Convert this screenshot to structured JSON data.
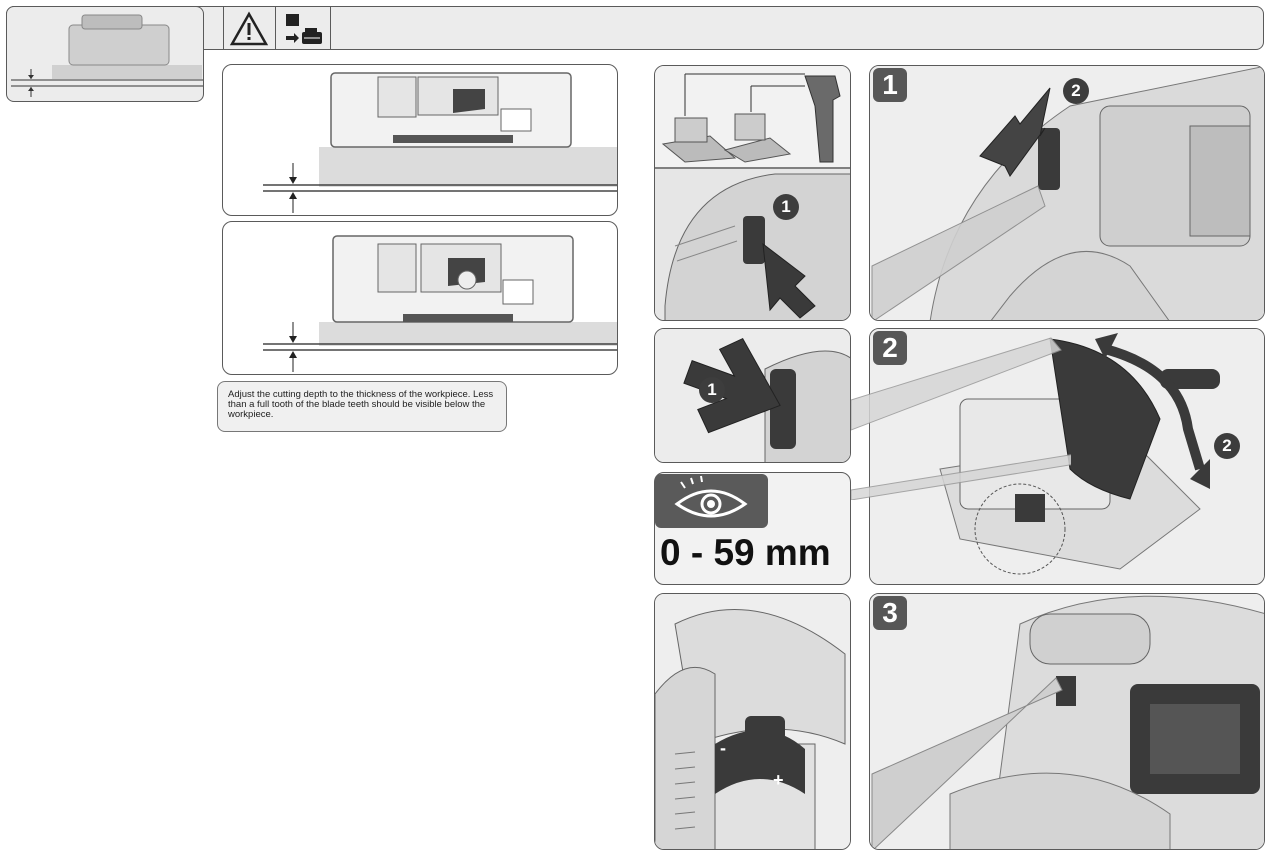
{
  "header": {
    "warning_icon": "warning-triangle-icon",
    "battery_icon": "remove-battery-icon"
  },
  "note": {
    "text": "Adjust the cutting depth to the thickness of the workpiece. Less than a full tooth of the blade teeth should be visible below the workpiece."
  },
  "steps": {
    "step1": "1",
    "step2": "2",
    "step3": "3",
    "callout1": "1",
    "callout2": "2"
  },
  "depth": {
    "range": "0 - 59 mm",
    "icon": "eye-icon"
  },
  "colors": {
    "border": "#5a5a5a",
    "badge": "#575757",
    "panel_bg": "#f4f4f4"
  }
}
